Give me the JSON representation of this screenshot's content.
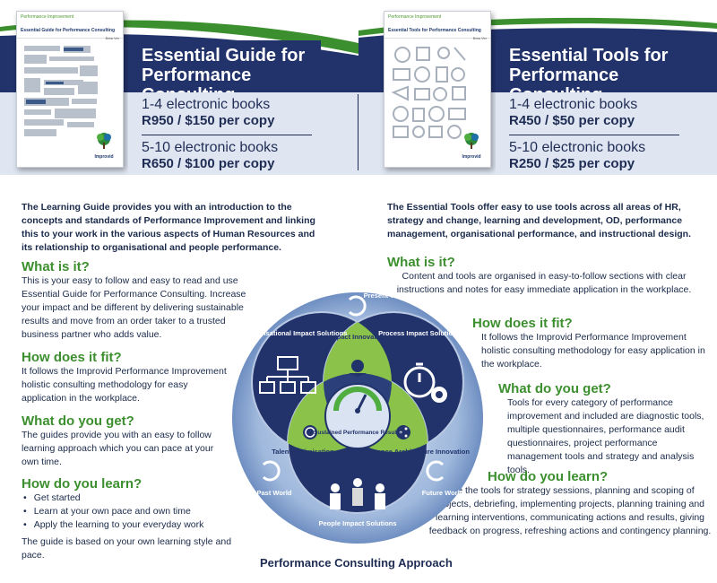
{
  "products": [
    {
      "cover_kicker": "Performance Improvement",
      "cover_title": "Essential Guide for Performance Consulting",
      "cover_edition": "Beta Ver",
      "cover_logo": "Improvid",
      "title_line1": "Essential Guide for",
      "title_line2": "Performance Consulting",
      "tier1_label": "1-4 electronic books",
      "tier1_price": "R950 / $150 per copy",
      "tier2_label": "5-10 electronic books",
      "tier2_price": "R650 / $100 per copy"
    },
    {
      "cover_kicker": "Performance Improvement",
      "cover_title": "Essential Tools for Performance Consulting",
      "cover_edition": "Beta Ver",
      "cover_logo": "Improvid",
      "title_line1": "Essential Tools for",
      "title_line2": "Performance Consulting",
      "tier1_label": "1-4 electronic books",
      "tier1_price": "R450 / $50 per copy",
      "tier2_label": "5-10 electronic books",
      "tier2_price": "R250 / $25 per copy"
    }
  ],
  "left": {
    "intro": "The Learning Guide provides you with an introduction to the concepts and standards of Performance Improvement and linking this to your work in the various aspects of Human Resources and its relationship to organisational and people performance.",
    "what_heading": "What is it?",
    "what_text": "This is your easy to follow and easy to read and use Essential Guide for Performance Consulting. Increase your impact and be different by delivering sustainable results and move from an order taker to a trusted business partner who adds value.",
    "fit_heading": "How does it fit?",
    "fit_text": "It follows the Improvid Performance Improvement holistic consulting methodology for easy application in the workplace.",
    "get_heading": "What do you get?",
    "get_text": "The guides provide you with an easy to follow learning approach which you can pace at your own time.",
    "learn_heading": "How do you learn?",
    "learn_bullets": [
      "Get started",
      "Learn at your own pace and own time",
      "Apply the learning to your everyday work"
    ],
    "learn_note": "The guide is based on your own learning style and pace."
  },
  "right": {
    "intro": "The Essential Tools offer easy to use tools across all areas of HR, strategy and change, learning and development, OD, performance management, organisational performance, and instructional design.",
    "what_heading": "What is it?",
    "what_text": "Content and tools are organised in easy-to-follow sections with clear instructions and notes for easy immediate application in the workplace.",
    "fit_heading": "How does it fit?",
    "fit_text": "It follows the Improvid Performance Improvement holistic consulting methodology for easy application in the workplace.",
    "get_heading": "What do you get?",
    "get_text": "Tools for every category of performance improvement and included are diagnostic tools, multiple questionnaires, performance audit questionnaires, project performance management tools and strategy and analysis tools.",
    "learn_heading": "How do you learn?",
    "learn_text": "Use the tools for strategy sessions, planning and scoping of projects, debriefing, implementing projects, planning training and learning interventions, communicating actions and results, giving feedback on progress, refreshing actions and contingency planning."
  },
  "diagram": {
    "present_world": "Present World",
    "past_world": "Past World",
    "future_world": "Future World",
    "organisational": "Organisational Impact Solutions",
    "process": "Process Impact Solutions",
    "people": "People Impact Solutions",
    "impact_innovation": "Impact Innovation",
    "talent": "Talent Optimisation",
    "architecture": "Performance Architecture Innovation",
    "center": "Sustained Performance Results"
  },
  "caption": "Performance Consulting Approach",
  "colors": {
    "navy": "#22336b",
    "green": "#3c8f2e",
    "light_blue": "#dfe6f2"
  }
}
